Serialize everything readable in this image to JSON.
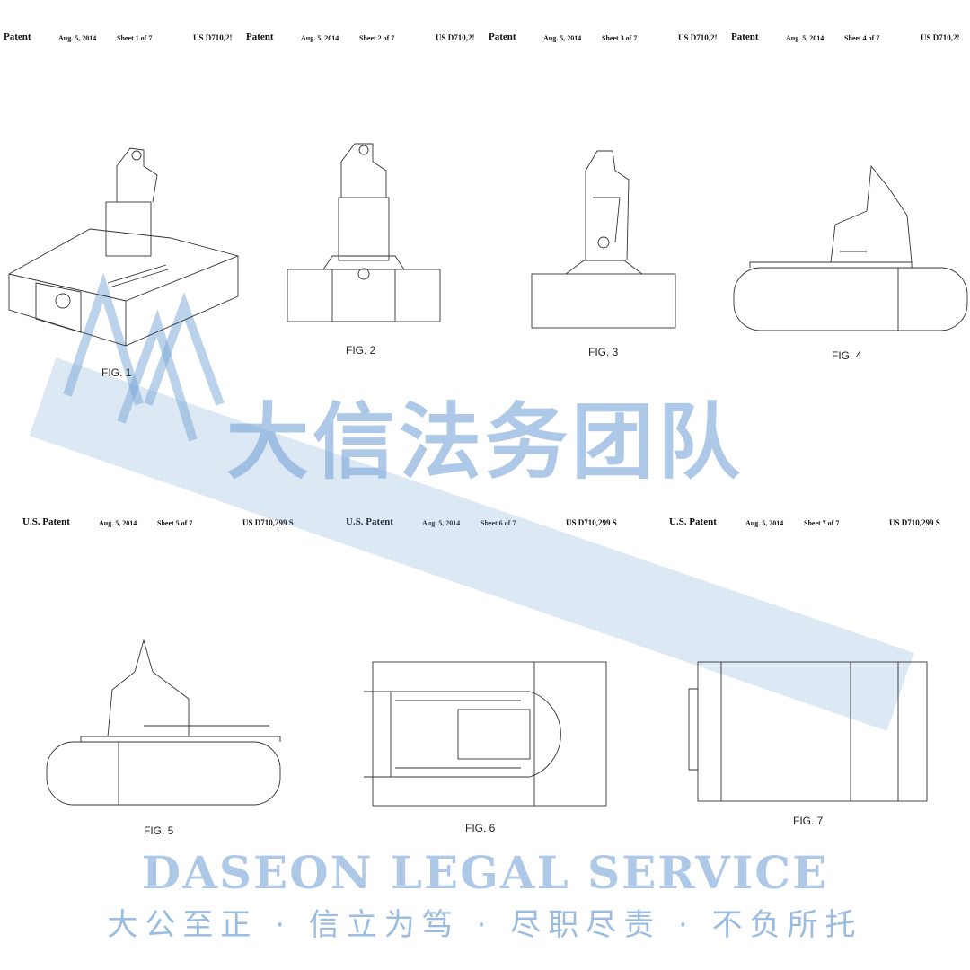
{
  "sheets": [
    {
      "patent": "Patent",
      "date": "Aug. 5, 2014",
      "sheet": "Sheet 1 of 7",
      "number": "US D710,2!",
      "figure": "FIG. 1"
    },
    {
      "patent": "Patent",
      "date": "Aug. 5, 2014",
      "sheet": "Sheet 2 of 7",
      "number": "US D710,2!",
      "figure": "FIG. 2"
    },
    {
      "patent": "Patent",
      "date": "Aug. 5, 2014",
      "sheet": "Sheet 3 of 7",
      "number": "US D710,2!",
      "figure": "FIG. 3"
    },
    {
      "patent": "Patent",
      "date": "Aug. 5, 2014",
      "sheet": "Sheet 4 of 7",
      "number": "US D710,2!",
      "figure": "FIG. 4"
    },
    {
      "patent": "U.S. Patent",
      "date": "Aug. 5, 2014",
      "sheet": "Sheet 5 of 7",
      "number": "US D710,299 S",
      "figure": "FIG. 5"
    },
    {
      "patent": "U.S. Patent",
      "date": "Aug. 5, 2014",
      "sheet": "Sheet 6 of 7",
      "number": "US D710,299 S",
      "figure": "FIG. 6"
    },
    {
      "patent": "U.S. Patent",
      "date": "Aug. 5, 2014",
      "sheet": "Sheet 7 of 7",
      "number": "US D710,299 S",
      "figure": "FIG. 7"
    }
  ],
  "watermark": {
    "chinese": "大信法务团队",
    "english": "DASEON LEGAL SERVICE",
    "slogan": "大公至正 · 信立为笃 · 尽职尽责 · 不负所托",
    "color": "#78a5d7"
  }
}
